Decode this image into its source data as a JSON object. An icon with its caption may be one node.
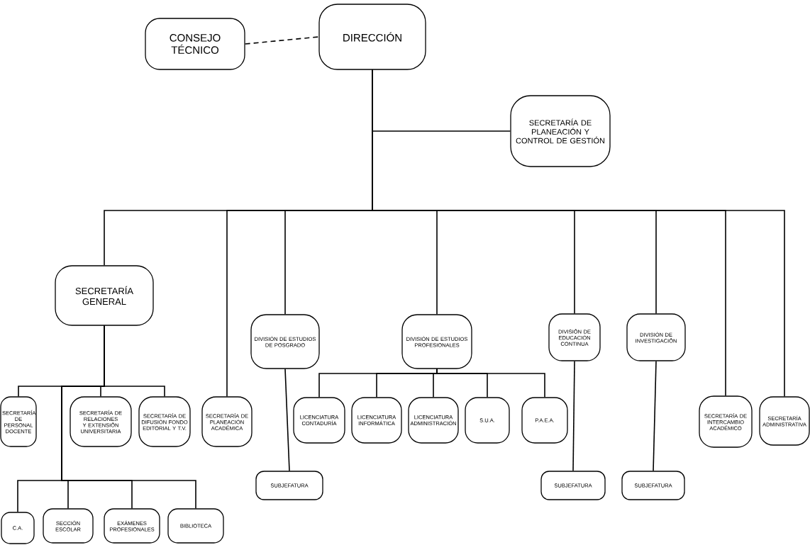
{
  "diagram": {
    "nodes": [
      {
        "text": [
          "CONSEJO TÉCNICO"
        ]
      },
      {
        "text": [
          "DIRECCIÓN"
        ]
      },
      {
        "text": [
          "SECRETARÍA DE PLANEACIÓN Y CONTROL DE GESTIÓN"
        ]
      },
      {
        "text": [
          "SECRETARÍA GENERAL"
        ]
      },
      {
        "text": [
          "DIVISIÓN DE ESTUDIOS DE POSGRADO"
        ]
      },
      {
        "text": [
          "DIVISIÓN DE ESTUDIOS PROFESIONALES"
        ]
      },
      {
        "text": [
          "DIVISIÓN DE EDUCACIÓN CONTINUA"
        ]
      },
      {
        "text": [
          "DIVISIÓN DE INVESTIGACIÓN"
        ]
      },
      {
        "text": [
          "SECRETARÍA DE PERSONAL DOCENTE"
        ]
      },
      {
        "text": [
          "SECRETARÍA DE RELACIONES Y EXTENSIÓN UNIVERSITARIA"
        ]
      },
      {
        "text": [
          "SECRETARÍA DE DIFUSIÓN FONDO EDITORIAL Y T.V."
        ]
      },
      {
        "text": [
          "SECRETARÍA DE PLANEACIÓN ACADÉMICA"
        ]
      },
      {
        "text": [
          "LICENCIATURA CONTADURÍA"
        ]
      },
      {
        "text": [
          "LICENCIATURA INFORMÁTICA"
        ]
      },
      {
        "text": [
          "LICENCIATURA ADMINISTRACIÓN"
        ]
      },
      {
        "text": [
          "S.U.A."
        ]
      },
      {
        "text": [
          "P.A.E.A."
        ]
      },
      {
        "text": [
          "SECRETARÍA DE INTERCAMBIO ACADÉMICO"
        ]
      },
      {
        "text": [
          "SECRETARÍA ADMINISTRATIVA"
        ]
      },
      {
        "text": [
          "SUBJEFATURA"
        ]
      },
      {
        "text": [
          "SUBJEFATURA"
        ]
      },
      {
        "text": [
          "SUBJEFATURA"
        ]
      },
      {
        "text": [
          "C.A."
        ]
      },
      {
        "text": [
          "SECCIÓN ESCOLAR"
        ]
      },
      {
        "text": [
          "EXÁMENES PROFESIONALES"
        ]
      },
      {
        "text": [
          "BIBLIOTECA"
        ]
      }
    ],
    "edges": [
      {
        "from": 0,
        "to": 1,
        "arrow": "none",
        "style": "dashed"
      },
      {
        "from": 1,
        "to": 2,
        "arrow": "none"
      },
      {
        "from": 1,
        "to": 3,
        "arrow": "none"
      },
      {
        "from": 1,
        "to": 11,
        "arrow": "none"
      },
      {
        "from": 1,
        "to": 4,
        "arrow": "none"
      },
      {
        "from": 1,
        "to": 5,
        "arrow": "none"
      },
      {
        "from": 1,
        "to": 6,
        "arrow": "none"
      },
      {
        "from": 1,
        "to": 7,
        "arrow": "none"
      },
      {
        "from": 1,
        "to": 17,
        "arrow": "none"
      },
      {
        "from": 1,
        "to": 18,
        "arrow": "none"
      },
      {
        "from": 3,
        "to": 8,
        "arrow": "none"
      },
      {
        "from": 3,
        "to": 9,
        "arrow": "none"
      },
      {
        "from": 3,
        "to": 10,
        "arrow": "none"
      },
      {
        "from": 3,
        "to": 22,
        "arrow": "none"
      },
      {
        "from": 3,
        "to": 23,
        "arrow": "none"
      },
      {
        "from": 3,
        "to": 24,
        "arrow": "none"
      },
      {
        "from": 3,
        "to": 25,
        "arrow": "none"
      },
      {
        "from": 4,
        "to": 19,
        "arrow": "none"
      },
      {
        "from": 5,
        "to": 12,
        "arrow": "none"
      },
      {
        "from": 5,
        "to": 13,
        "arrow": "none"
      },
      {
        "from": 5,
        "to": 14,
        "arrow": "none"
      },
      {
        "from": 5,
        "to": 15,
        "arrow": "none"
      },
      {
        "from": 5,
        "to": 16,
        "arrow": "none"
      },
      {
        "from": 6,
        "to": 20,
        "arrow": "none"
      },
      {
        "from": 7,
        "to": 21,
        "arrow": "none"
      }
    ]
  }
}
